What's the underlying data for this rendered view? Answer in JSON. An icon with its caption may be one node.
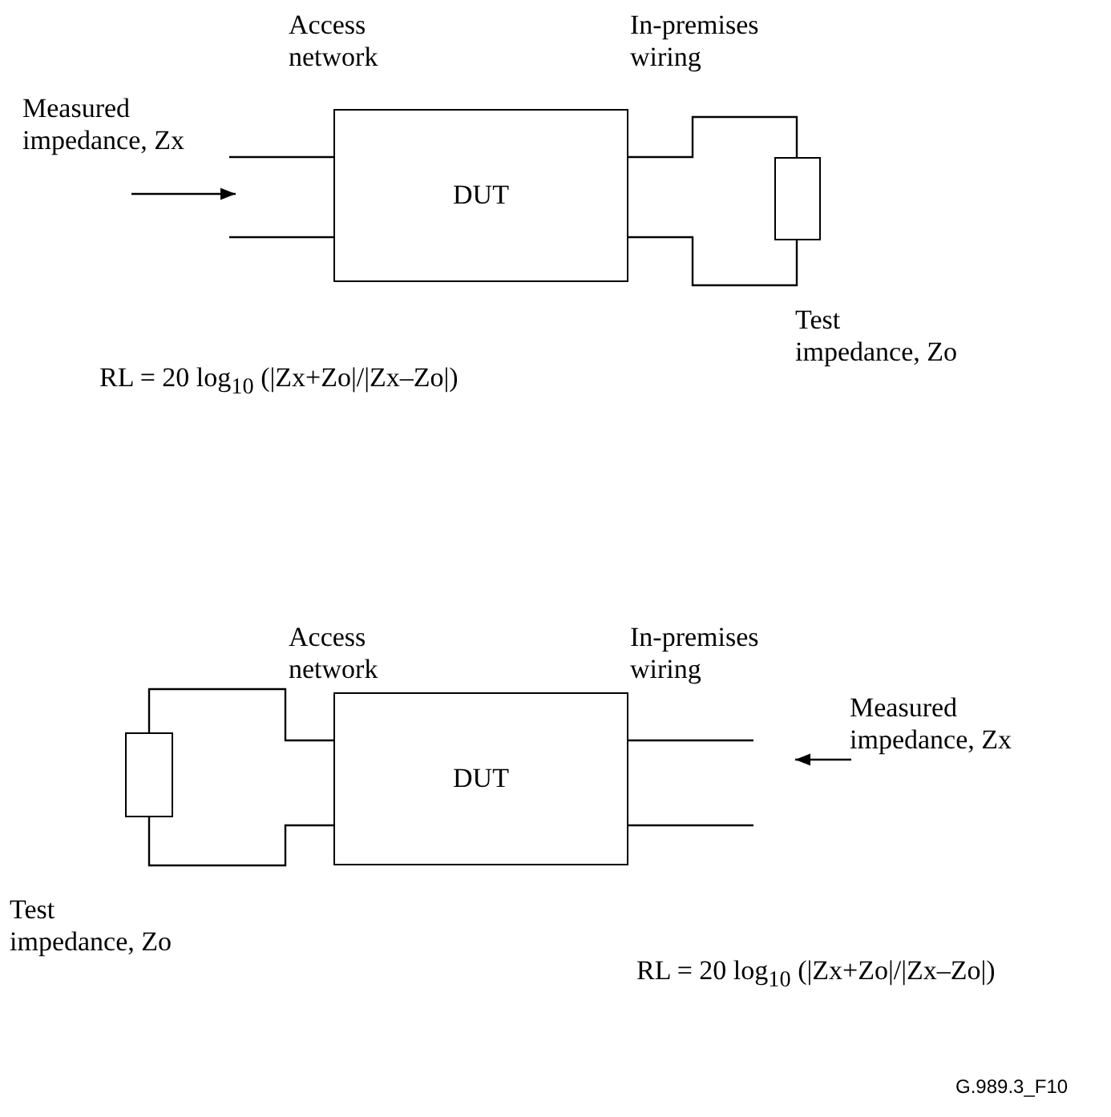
{
  "diagram": {
    "nodes": [
      {
        "text": [
          "DUT"
        ]
      },
      {
        "text": [],
        "shape": "box",
        "beside": [
          "Test impedance, Zo"
        ]
      },
      {
        "text": [
          "DUT"
        ]
      },
      {
        "text": [],
        "shape": "box",
        "beside": [
          "Test impedance, Zo"
        ]
      }
    ],
    "edges": [
      {
        "from": null,
        "to": 0,
        "arrow": "none"
      },
      {
        "from": null,
        "to": 0,
        "arrow": "none"
      },
      {
        "from": 0,
        "to": 1,
        "arrow": "none"
      },
      {
        "from": 0,
        "to": 1,
        "arrow": "none"
      },
      {
        "from": 3,
        "to": 2,
        "arrow": "none"
      },
      {
        "from": 3,
        "to": 2,
        "arrow": "none"
      },
      {
        "from": 2,
        "to": null,
        "arrow": "none"
      },
      {
        "from": 2,
        "to": null,
        "arrow": "none"
      }
    ],
    "labels": [
      "Access network",
      "In-premises wiring",
      "Measured impedance, Zx",
      "RL = 20 log$_{10}$ (|Zx+Zo|/|Zx–Zo|)",
      "Access network",
      "In-premises wiring",
      "Measured impedance, Zx",
      "RL = 20 log$_{10}$ (|Zx+Zo|/|Zx–Zo|)",
      "G.989.3_F10"
    ]
  }
}
